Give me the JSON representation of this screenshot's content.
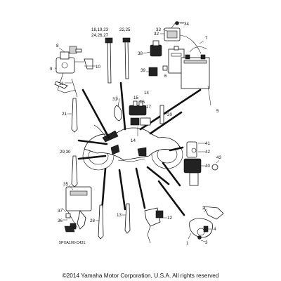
{
  "diagram": {
    "labels": {
      "p1": "1",
      "p2": "2",
      "p3": "3",
      "p4": "4",
      "p5": "5",
      "p6": "6",
      "p7": "7",
      "p8": "8",
      "p9": "9",
      "p10": "10",
      "p11": "11",
      "p12": "12",
      "p13": "13",
      "p14a": "14",
      "p14b": "14",
      "p15": "15",
      "p16": "16",
      "p17": "17",
      "p18_27": "18,19,23",
      "p24_27": "24,26,27",
      "p20": "20",
      "p21": "21",
      "p22_25": "22,25",
      "p28": "28",
      "p29_30": "29,30",
      "p31": "31",
      "p32": "32",
      "p33": "33",
      "p34": "34",
      "p35": "35",
      "p36": "36",
      "p37": "37",
      "p38": "38",
      "p39": "39",
      "p40": "40",
      "p41": "41",
      "p42": "42",
      "p43": "43"
    },
    "code": "5PXA100-C431",
    "copyright": "©2014 Yamaha Motor Corporation, U.S.A. All rights reserved"
  }
}
